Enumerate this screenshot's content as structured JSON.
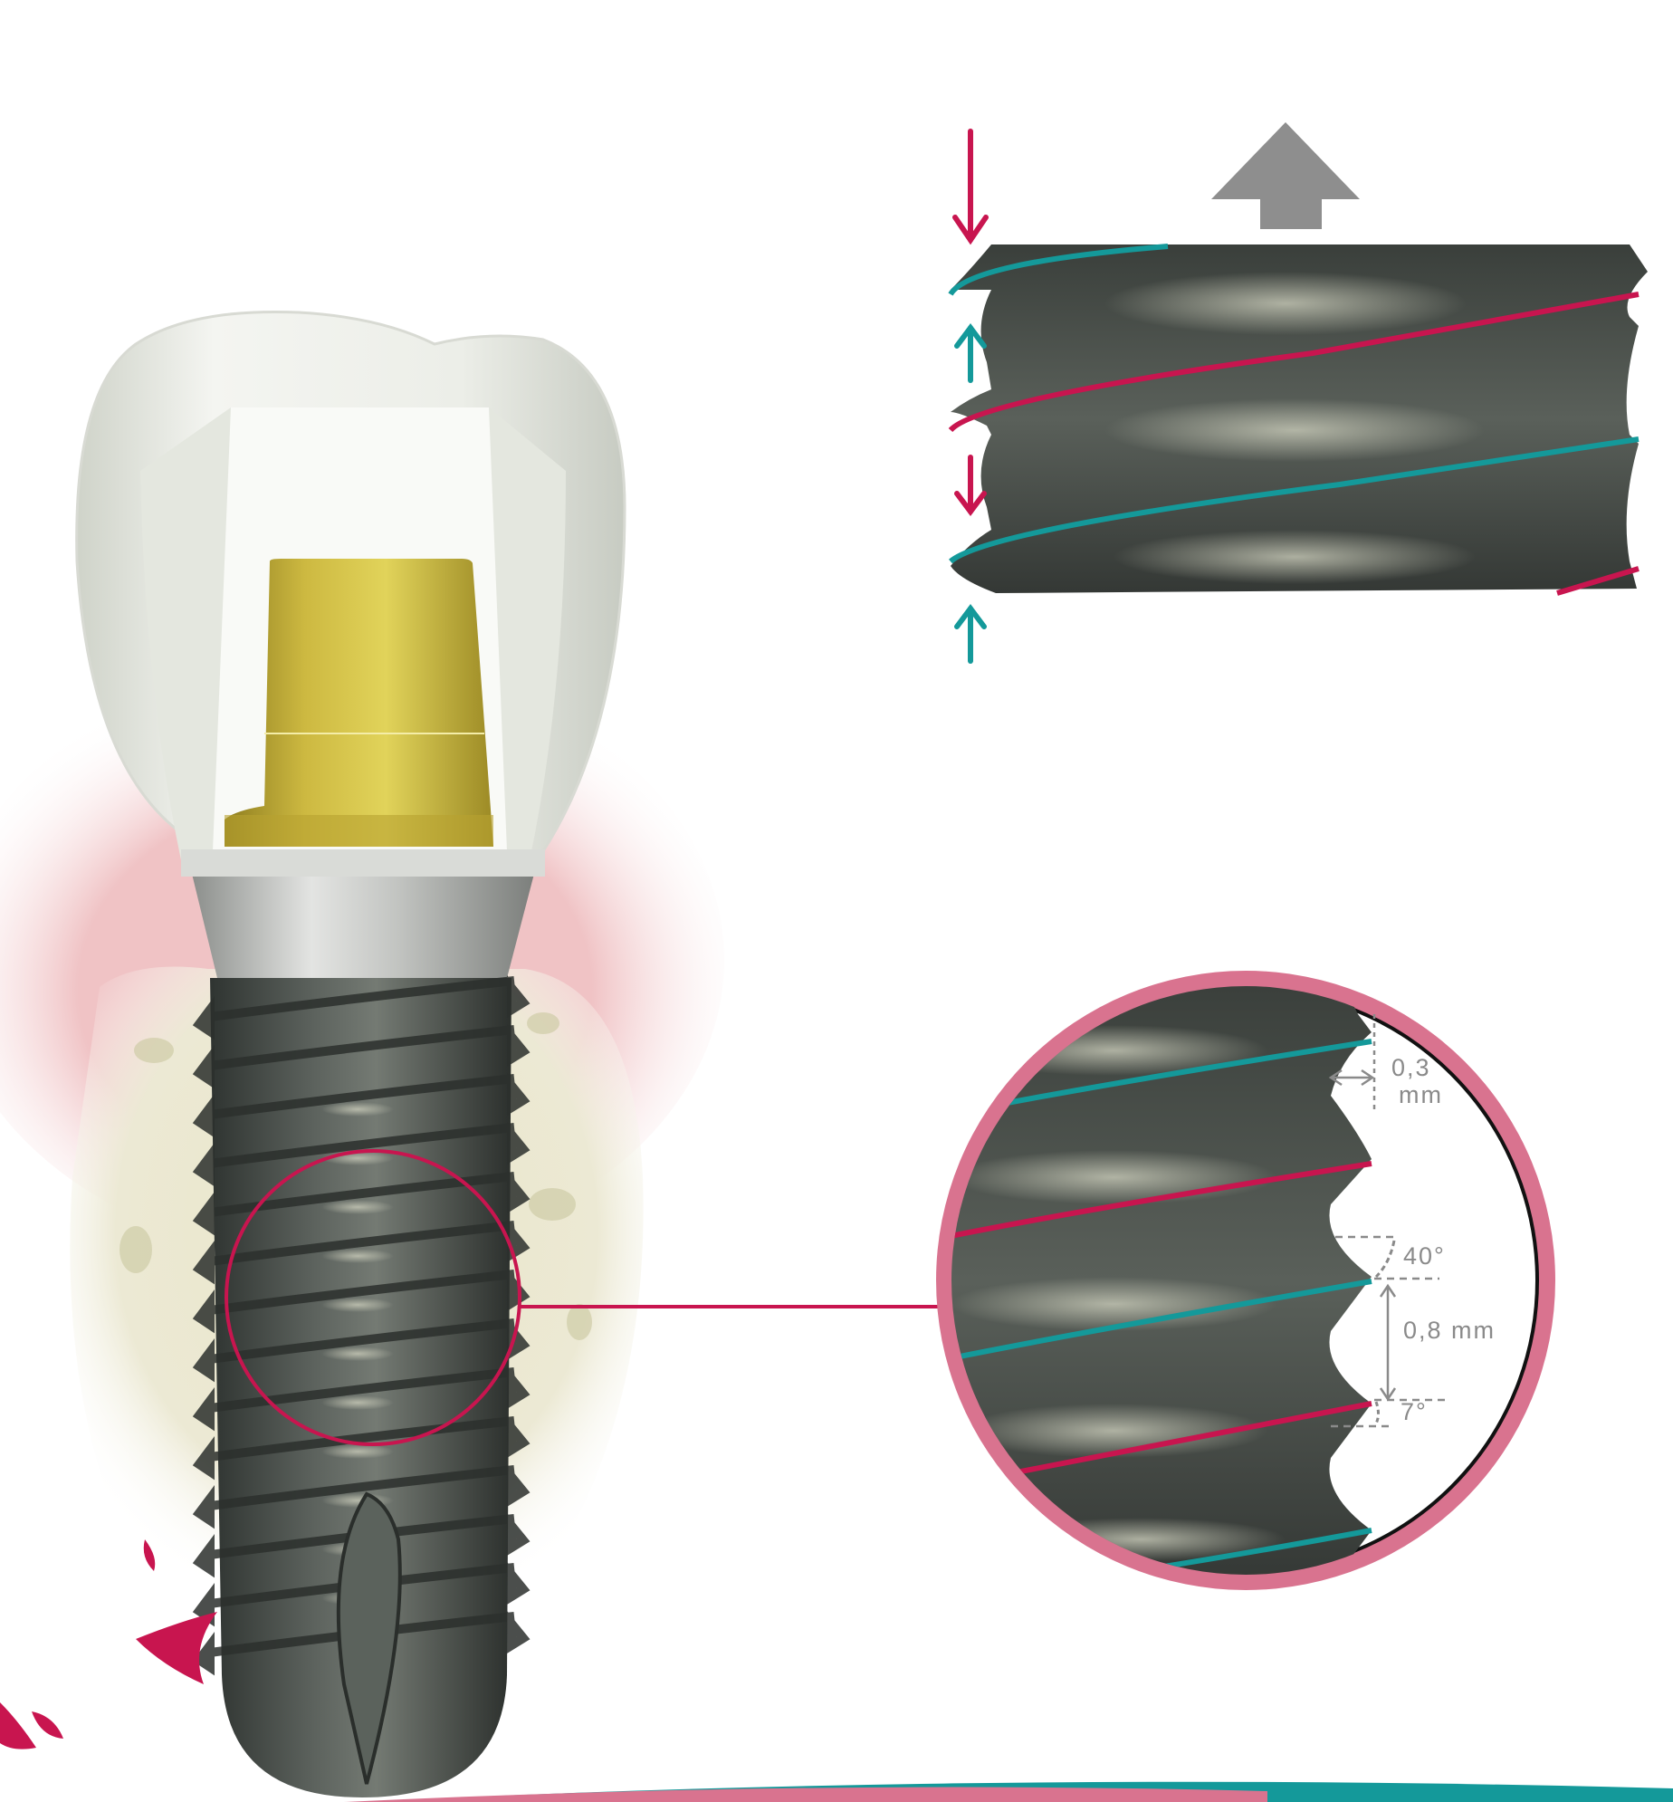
{
  "colors": {
    "magenta": "#c8154f",
    "teal": "#14999a",
    "circle_ring": "#d9738f",
    "abutment_gold": "#c8b43a",
    "implant_gray": "#4b504c",
    "bone": "#e6e3c4",
    "gum": "#f2c9c9",
    "crown": "#eef0ea",
    "background": "#ffffff"
  },
  "icons": [
    "arrow-down-icon",
    "arrow-up-icon",
    "block-arrow-up-icon"
  ],
  "labels": {
    "thread_gap": "0,3",
    "thread_gap_unit": "mm",
    "flank_angle_top": "40°",
    "pitch": "0,8 mm",
    "flank_angle_bottom": "7°"
  }
}
